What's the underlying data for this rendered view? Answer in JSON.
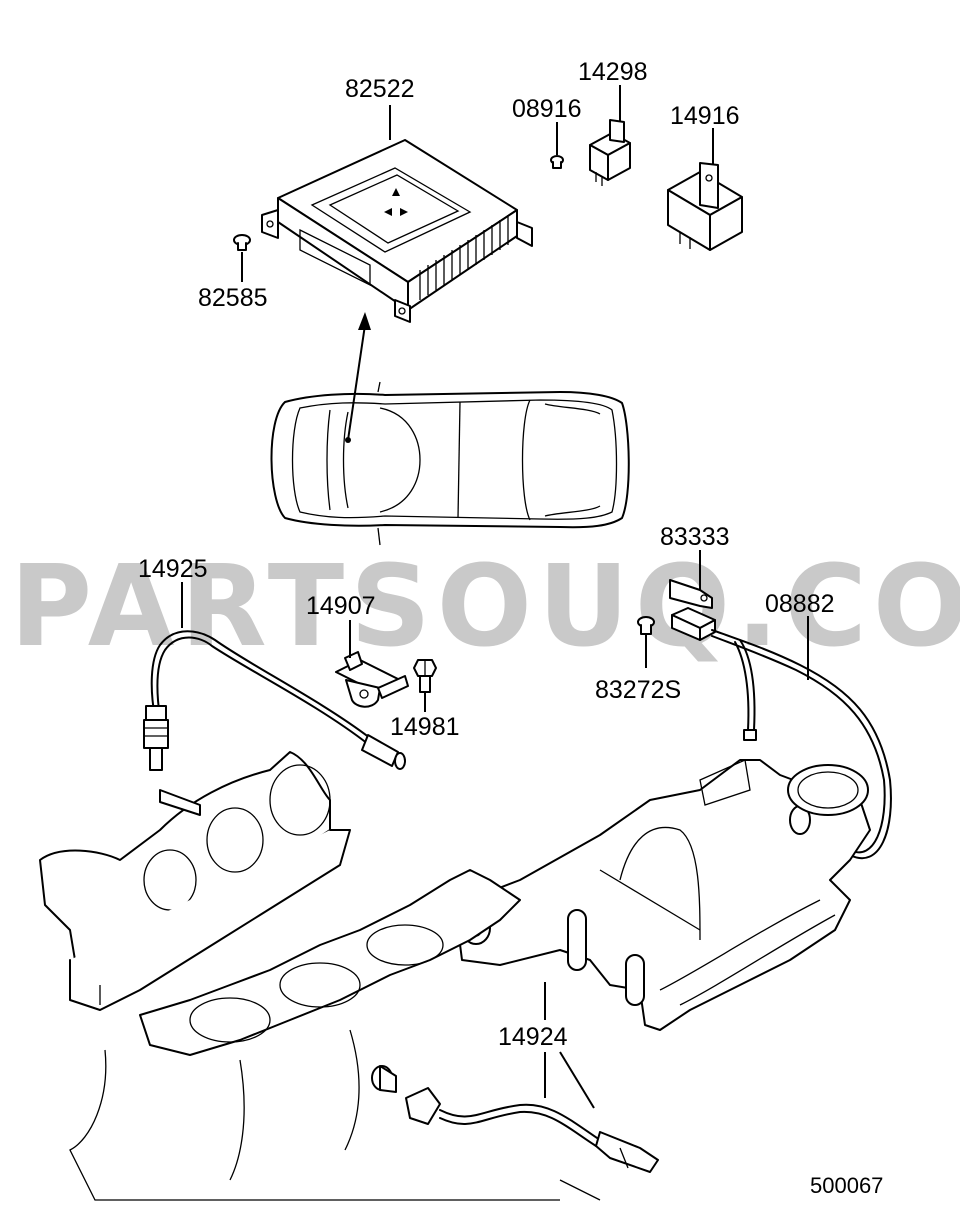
{
  "watermark": "PARTSOUQ.COM",
  "diagram_ref": "500067",
  "parts": [
    {
      "id": "p82522",
      "number": "82522",
      "name": "engine control unit"
    },
    {
      "id": "p82585",
      "number": "82585",
      "name": "screw"
    },
    {
      "id": "p08916",
      "number": "08916",
      "name": "screw"
    },
    {
      "id": "p14298",
      "number": "14298",
      "name": "relay"
    },
    {
      "id": "p14916",
      "number": "14916",
      "name": "relay"
    },
    {
      "id": "p14925",
      "number": "14925",
      "name": "oxygen sensor"
    },
    {
      "id": "p14907",
      "number": "14907",
      "name": "sensor"
    },
    {
      "id": "p14981",
      "number": "14981",
      "name": "bolt"
    },
    {
      "id": "p83333",
      "number": "83333",
      "name": "bracket"
    },
    {
      "id": "p83272S",
      "number": "83272S",
      "name": "screw"
    },
    {
      "id": "p08882",
      "number": "08882",
      "name": "harness"
    },
    {
      "id": "p14924",
      "number": "14924",
      "name": "knock sensor"
    }
  ],
  "labels": {
    "l82522": "82522",
    "l82585": "82585",
    "l08916": "08916",
    "l14298": "14298",
    "l14916": "14916",
    "l14925": "14925",
    "l14907": "14907",
    "l14981": "14981",
    "l83333": "83333",
    "l83272S": "83272S",
    "l08882": "08882",
    "l14924": "14924"
  }
}
